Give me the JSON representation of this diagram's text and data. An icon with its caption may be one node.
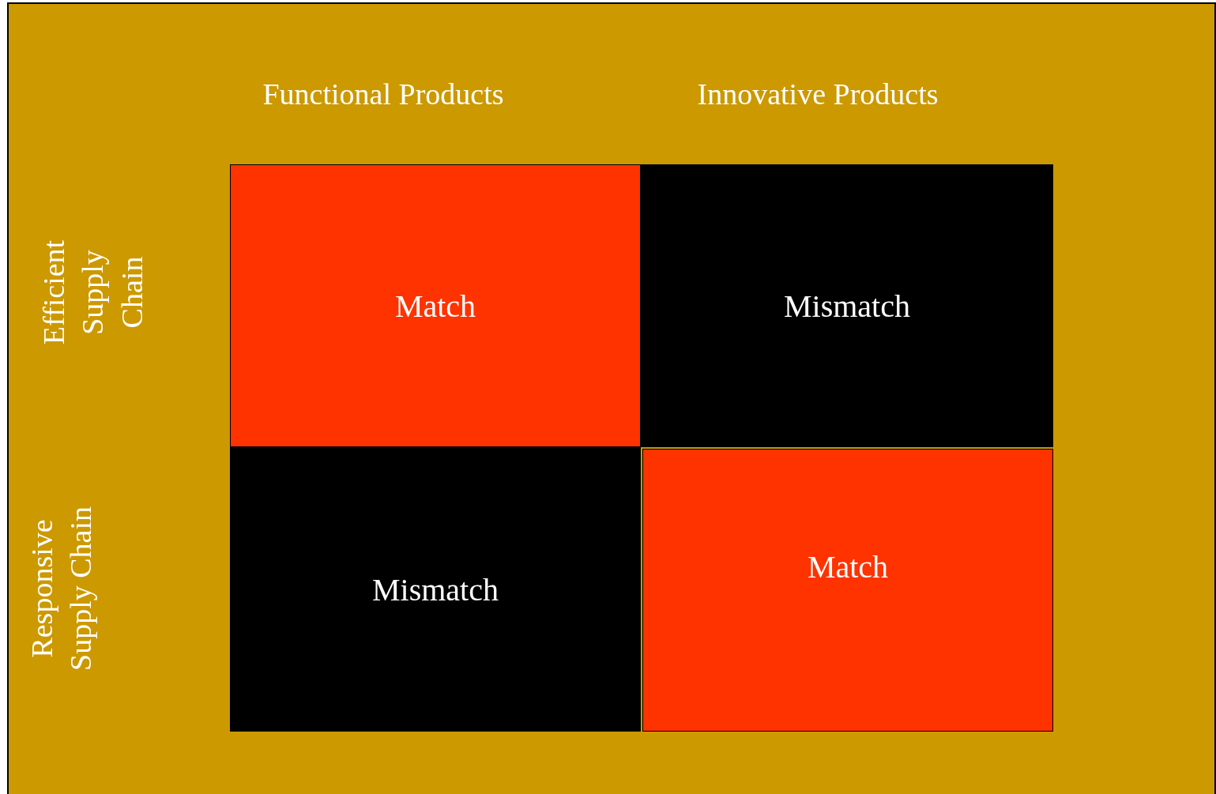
{
  "diagram": {
    "nodes": [
      {
        "text": [
          "Match"
        ]
      },
      {
        "text": [
          "Mismatch"
        ]
      },
      {
        "text": [
          "Mismatch"
        ]
      },
      {
        "text": [
          "Match"
        ]
      }
    ],
    "labels": [
      "Functional Products",
      "Innovative Products",
      "Efficient Supply Chain",
      "Responsive Supply Chain"
    ]
  }
}
